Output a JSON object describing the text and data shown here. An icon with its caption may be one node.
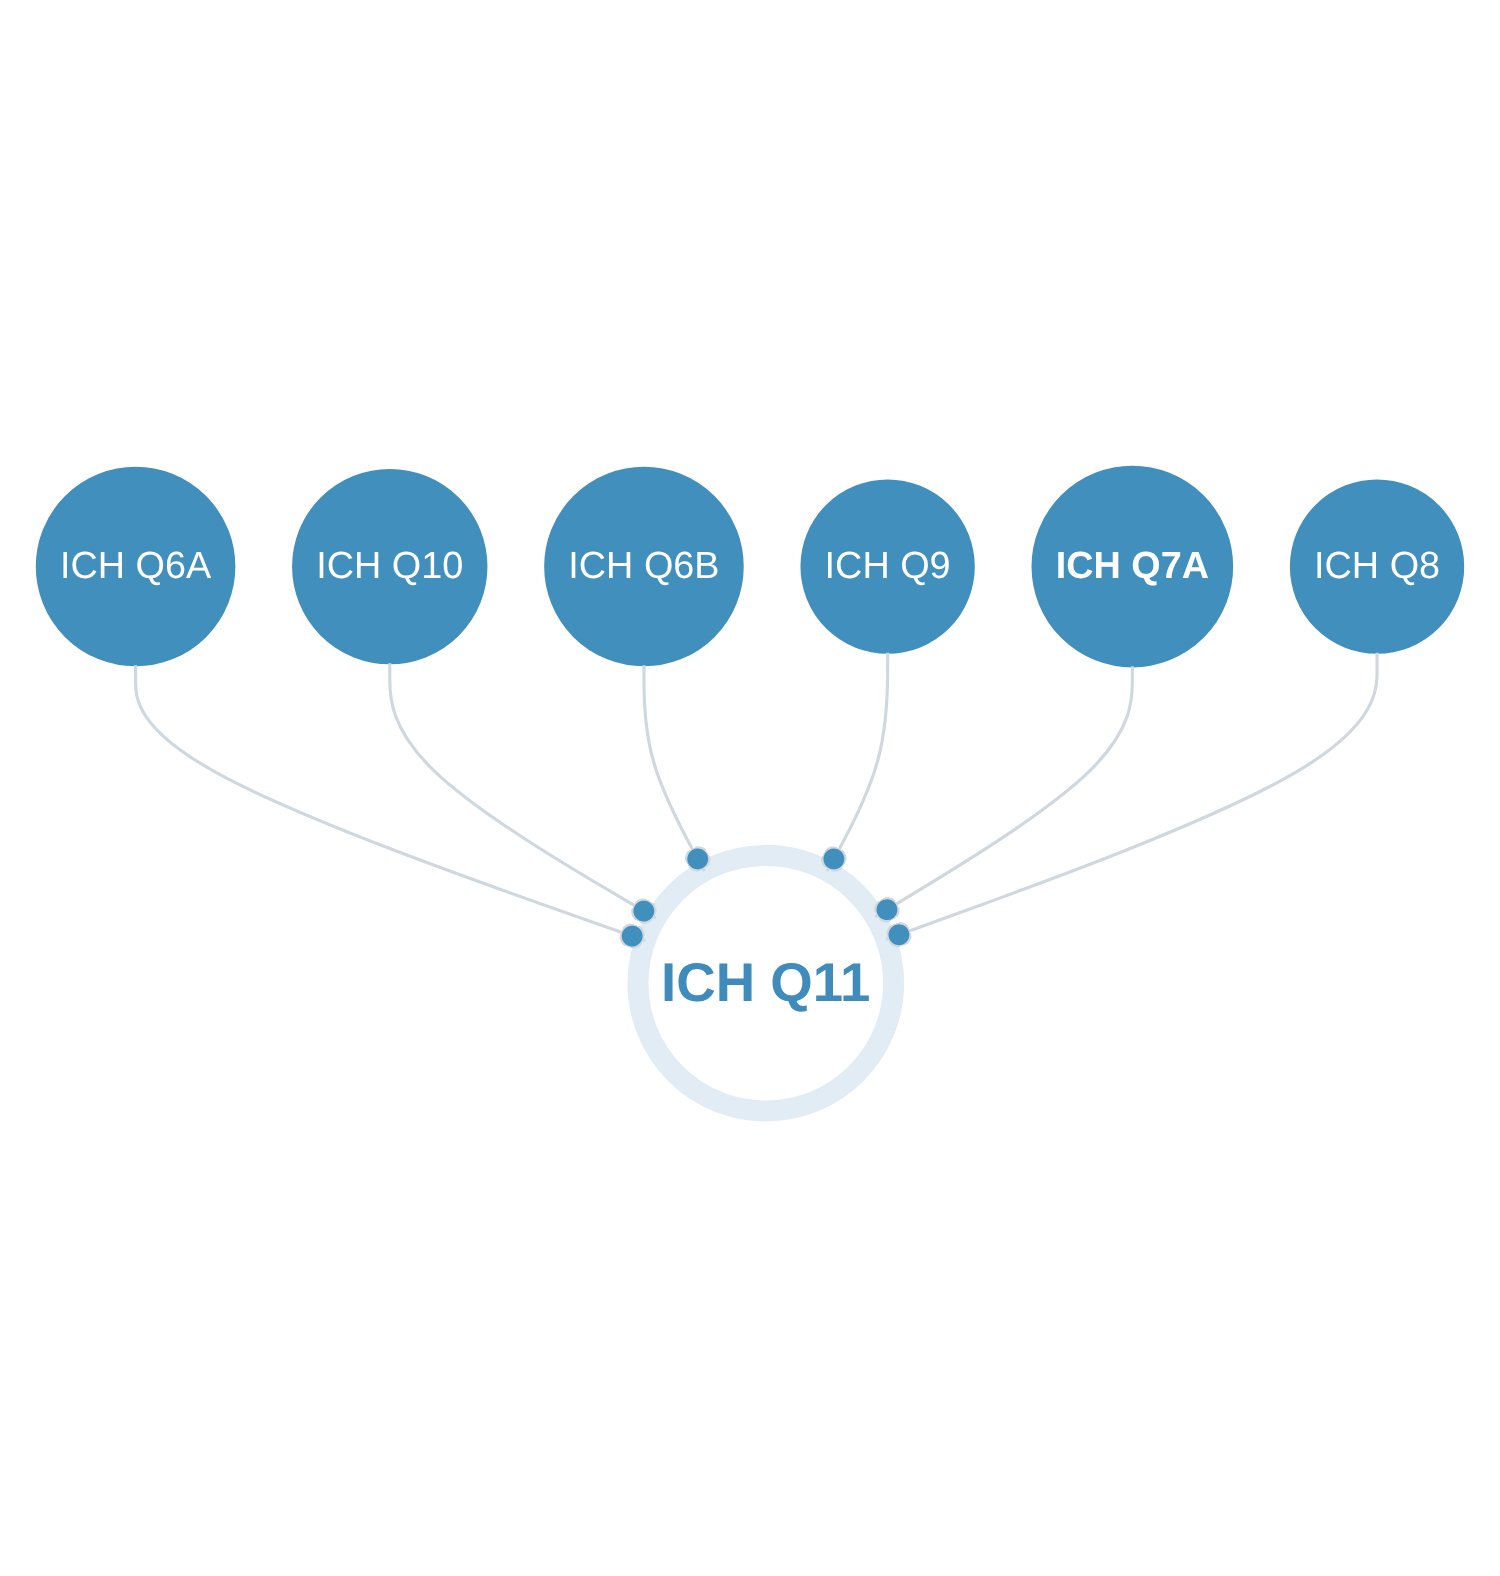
{
  "diagram": {
    "nodes": [
      {
        "text": [
          "ICH Q6A"
        ]
      },
      {
        "text": [
          "ICH Q10"
        ]
      },
      {
        "text": [
          "ICH Q6B"
        ]
      },
      {
        "text": [
          "ICH Q11"
        ]
      },
      {
        "text": [
          "ICH Q9"
        ]
      },
      {
        "text": [
          "ICH Q7A"
        ]
      },
      {
        "text": [
          "ICH Q8"
        ]
      }
    ],
    "edges": [
      {
        "from": 0,
        "to": 3,
        "arrow": "other"
      },
      {
        "from": 1,
        "to": 3,
        "arrow": "other"
      },
      {
        "from": 2,
        "to": 3,
        "arrow": "other"
      },
      {
        "from": 4,
        "to": 3,
        "arrow": "other"
      },
      {
        "from": 5,
        "to": 3,
        "arrow": "other"
      },
      {
        "from": 6,
        "to": 3,
        "arrow": "other"
      }
    ]
  }
}
